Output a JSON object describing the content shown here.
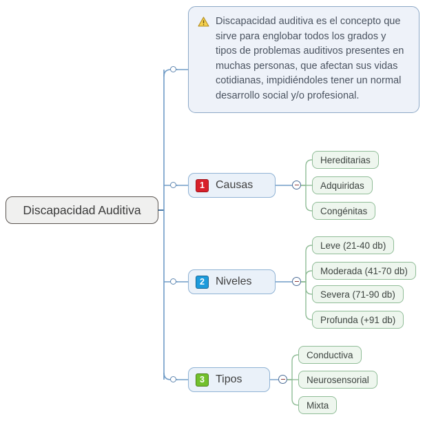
{
  "diagram": {
    "type": "mind-map",
    "title": "Discapacidad Auditiva",
    "background_color": "#ffffff"
  },
  "root": {
    "label": "Discapacidad Auditiva",
    "fill_color": "#f0f0ef",
    "border_color": "#59534f"
  },
  "note": {
    "icon": "warning-triangle-icon",
    "text": "Discapacidad auditiva es el concepto que sirve para englobar todos los grados y tipos de problemas auditivos presentes en muchas personas, que afectan sus vidas cotidianas, impidiéndoles tener un normal desarrollo social y/o profesional.",
    "fill_color": "#eef2f9",
    "border_color": "#8ba7c6"
  },
  "branches": [
    {
      "number": "1",
      "label": "Causas",
      "badge_color": "#d8202a",
      "children": [
        {
          "label": "Hereditarias"
        },
        {
          "label": "Adquiridas"
        },
        {
          "label": "Congénitas"
        }
      ]
    },
    {
      "number": "2",
      "label": "Niveles",
      "badge_color": "#1d9bdc",
      "children": [
        {
          "label": "Leve (21-40 db)"
        },
        {
          "label": "Moderada (41-70 db)"
        },
        {
          "label": "Severa (71-90 db)"
        },
        {
          "label": "Profunda (+91 db)"
        }
      ]
    },
    {
      "number": "3",
      "label": "Tipos",
      "badge_color": "#72c02c",
      "children": [
        {
          "label": "Conductiva"
        },
        {
          "label": "Neurosensorial"
        },
        {
          "label": "Mixta"
        }
      ]
    }
  ],
  "colors": {
    "branch_fill": "#eaf1f9",
    "branch_border": "#8fb2d4",
    "leaf_fill": "#eef6ee",
    "leaf_border": "#8fbc96",
    "trunk_line": "#6f9bc6",
    "leaf_line": "#8fbc96"
  }
}
